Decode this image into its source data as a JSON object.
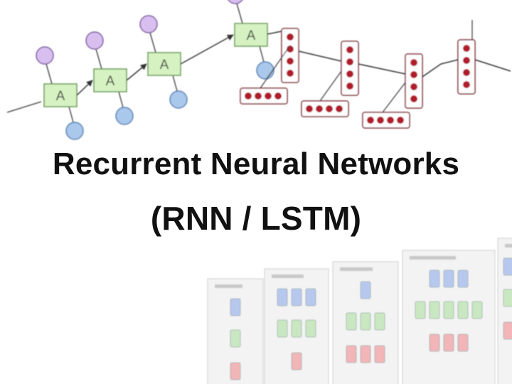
{
  "title": {
    "line1": "Recurrent Neural Networks",
    "line2": "(RNN / LSTM)"
  },
  "unrolled_rnn": {
    "cell_label": "A",
    "cell_count": 4
  },
  "colors": {
    "cell_fill": "#d6f2c2",
    "cell_stroke": "#6b9a57",
    "output_fill": "#d9bff0",
    "output_stroke": "#7d5ba3",
    "input_fill": "#a9c8ec",
    "input_stroke": "#5b82b5",
    "vector_stroke": "#7a1424",
    "vector_dot": "#b01a2c",
    "panel_blue": "#b7c8ee",
    "panel_green": "#c9e8c1",
    "panel_red": "#f2b5b8"
  },
  "panels": {
    "count": 5
  }
}
